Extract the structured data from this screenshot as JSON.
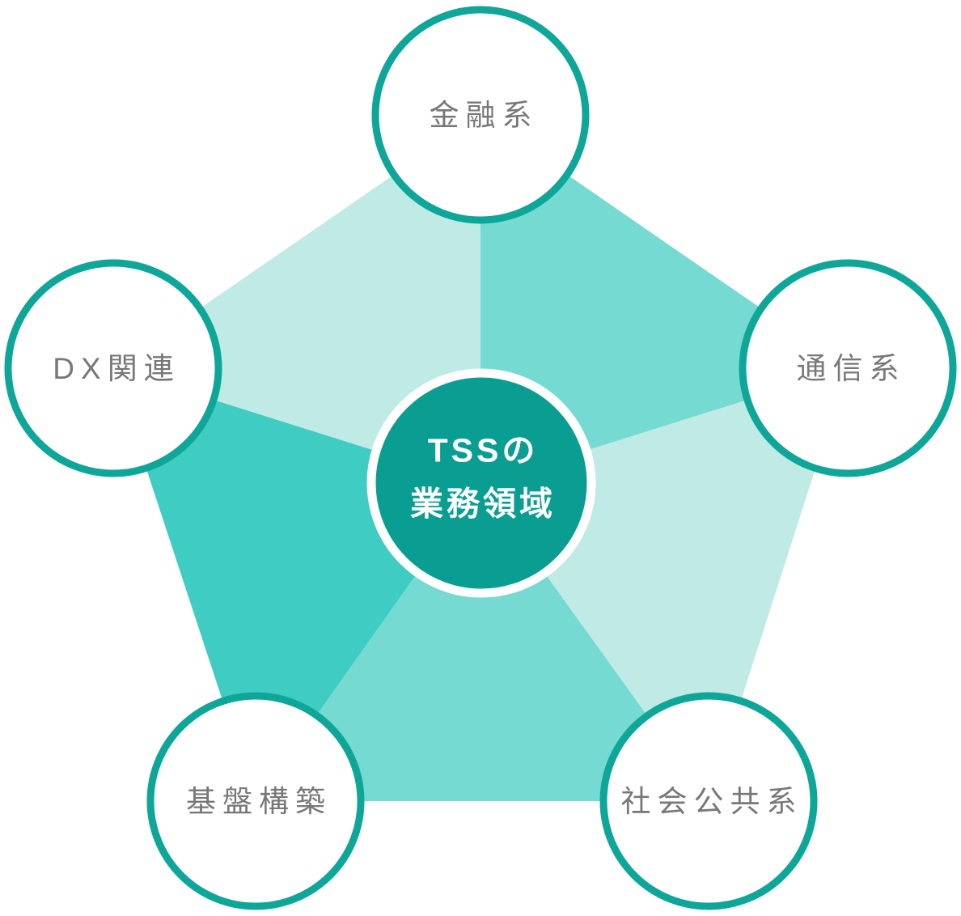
{
  "diagram": {
    "title": "TSS business domains pentagon diagram",
    "background": "#ffffff",
    "center": {
      "line1": "TSSの",
      "line2": "業務領域",
      "fill": "#0a9e92",
      "ring_color": "#ffffff",
      "text_color": "#ffffff"
    },
    "nodes": [
      {
        "label": "金融系",
        "position": "top"
      },
      {
        "label": "通信系",
        "position": "right"
      },
      {
        "label": "社会公共系",
        "position": "bottom-right"
      },
      {
        "label": "基盤構築",
        "position": "bottom-left"
      },
      {
        "label": "DX関連",
        "position": "left"
      }
    ],
    "node_style": {
      "fill": "#ffffff",
      "stroke": "#0fa69a",
      "label_color": "#787878"
    },
    "wedges": [
      {
        "position": "top-right",
        "color": "#74dad2"
      },
      {
        "position": "right",
        "color": "#c0eae5"
      },
      {
        "position": "bottom",
        "color": "#74dad2"
      },
      {
        "position": "left",
        "color": "#3fccc2"
      },
      {
        "position": "top-left",
        "color": "#c0eae5"
      }
    ]
  }
}
